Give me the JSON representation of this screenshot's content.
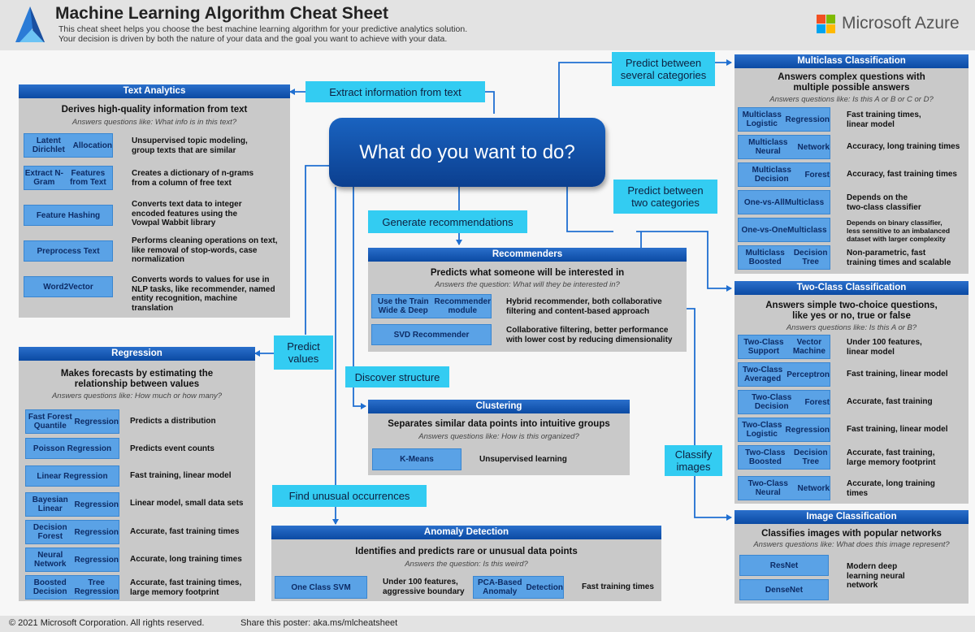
{
  "header": {
    "title": "Machine Learning Algorithm Cheat Sheet",
    "description_line1": "This cheat sheet helps you choose the best machine learning algorithm for your predictive analytics solution.",
    "description_line2": "Your decision is driven by both the nature of your data and the goal you want to achieve with your data.",
    "brand": "Microsoft Azure"
  },
  "center": {
    "question": "What do you want to do?"
  },
  "callouts": {
    "extract": "Extract information from text",
    "predict_several_1": "Predict between",
    "predict_several_2": "several categories",
    "predict_two_1": "Predict between",
    "predict_two_2": "two categories",
    "generate_recs": "Generate recommendations",
    "predict_values_1": "Predict",
    "predict_values_2": "values",
    "discover": "Discover structure",
    "classify_1": "Classify",
    "classify_2": "images",
    "unusual": "Find unusual occurrences"
  },
  "text_analytics": {
    "title": "Text Analytics",
    "heading": "Derives high-quality information from text",
    "sub": "Answers questions like: What info is in this text?",
    "items": [
      {
        "name": [
          "Latent Dirichlet",
          "Allocation"
        ],
        "desc": [
          "Unsupervised topic modeling,",
          "group texts that are similar"
        ]
      },
      {
        "name": [
          "Extract N-Gram",
          "Features from Text"
        ],
        "desc": [
          "Creates a dictionary of n-grams",
          "from a column of free text"
        ]
      },
      {
        "name": [
          "Feature Hashing"
        ],
        "desc": [
          "Converts text data to integer",
          "encoded features using the",
          "Vowpal Wabbit library"
        ]
      },
      {
        "name": [
          "Preprocess Text"
        ],
        "desc": [
          "Performs cleaning operations on text,",
          "like removal of stop-words, case",
          "normalization"
        ]
      },
      {
        "name": [
          "Word2Vector"
        ],
        "desc": [
          "Converts words to values for use in",
          "NLP tasks, like recommender, named",
          "entity recognition, machine",
          "translation"
        ]
      }
    ]
  },
  "regression": {
    "title": "Regression",
    "heading_1": "Makes forecasts by estimating the",
    "heading_2": "relationship between values",
    "sub": "Answers questions like: How much or how many?",
    "items": [
      {
        "name": [
          "Fast Forest Quantile",
          "Regression"
        ],
        "desc": [
          "Predicts a distribution"
        ]
      },
      {
        "name": [
          "Poisson Regression"
        ],
        "desc": [
          "Predicts event counts"
        ]
      },
      {
        "name": [
          "Linear Regression"
        ],
        "desc": [
          "Fast training, linear model"
        ]
      },
      {
        "name": [
          "Bayesian Linear",
          "Regression"
        ],
        "desc": [
          "Linear model, small data sets"
        ]
      },
      {
        "name": [
          "Decision Forest",
          "Regression"
        ],
        "desc": [
          "Accurate, fast training times"
        ]
      },
      {
        "name": [
          "Neural Network",
          "Regression"
        ],
        "desc": [
          "Accurate, long training times"
        ]
      },
      {
        "name": [
          "Boosted Decision",
          "Tree Regression"
        ],
        "desc": [
          "Accurate, fast training times,",
          "large memory footprint"
        ]
      }
    ]
  },
  "recommenders": {
    "title": "Recommenders",
    "heading": "Predicts what someone will be interested in",
    "sub": "Answers the question: What will they be interested in?",
    "items": [
      {
        "name": [
          "Use the Train Wide & Deep",
          "Recommender module"
        ],
        "desc": [
          "Hybrid recommender, both collaborative",
          "filtering and content-based approach"
        ]
      },
      {
        "name": [
          "SVD Recommender"
        ],
        "desc": [
          "Collaborative filtering, better performance",
          "with lower cost by reducing dimensionality"
        ]
      }
    ]
  },
  "clustering": {
    "title": "Clustering",
    "heading": "Separates similar data points into intuitive groups",
    "sub": "Answers questions like: How is this organized?",
    "items": [
      {
        "name": [
          "K-Means"
        ],
        "desc": [
          "Unsupervised learning"
        ]
      }
    ]
  },
  "anomaly": {
    "title": "Anomaly Detection",
    "heading": "Identifies and predicts rare or unusual data points",
    "sub": "Answers the question: Is this weird?",
    "items": [
      {
        "name": [
          "One Class SVM"
        ],
        "desc": [
          "Under 100 features,",
          "aggressive boundary"
        ]
      },
      {
        "name": [
          "PCA-Based Anomaly",
          "Detection"
        ],
        "desc": [
          "Fast training times"
        ]
      }
    ]
  },
  "multiclass": {
    "title": "Multiclass Classification",
    "heading_1": "Answers complex questions with",
    "heading_2": "multiple possible answers",
    "sub": "Answers questions like: Is this A or B or C or D?",
    "items": [
      {
        "name": [
          "Multiclass Logistic",
          "Regression"
        ],
        "desc": [
          "Fast training times,",
          "linear model"
        ]
      },
      {
        "name": [
          "Multiclass Neural",
          "Network"
        ],
        "desc": [
          "Accuracy, long training times"
        ]
      },
      {
        "name": [
          "Multiclass Decision",
          "Forest"
        ],
        "desc": [
          "Accuracy, fast training times"
        ]
      },
      {
        "name": [
          "One-vs-All",
          "Multiclass"
        ],
        "desc": [
          "Depends on the",
          "two-class classifier"
        ]
      },
      {
        "name": [
          "One-vs-One",
          "Multiclass"
        ],
        "desc": [
          "Depends on binary classifier,",
          "less sensitive to an imbalanced",
          "dataset with larger complexity"
        ]
      },
      {
        "name": [
          "Multiclass Boosted",
          "Decision Tree"
        ],
        "desc": [
          "Non-parametric, fast",
          "training times and scalable"
        ]
      }
    ]
  },
  "twoclass": {
    "title": "Two-Class Classification",
    "heading_1": "Answers simple two-choice questions,",
    "heading_2": "like yes or no, true or false",
    "sub": "Answers questions like: Is this A or B?",
    "items": [
      {
        "name": [
          "Two-Class Support",
          "Vector Machine"
        ],
        "desc": [
          "Under 100 features,",
          "linear model"
        ]
      },
      {
        "name": [
          "Two-Class Averaged",
          "Perceptron"
        ],
        "desc": [
          "Fast training, linear model"
        ]
      },
      {
        "name": [
          "Two-Class Decision",
          "Forest"
        ],
        "desc": [
          "Accurate, fast training"
        ]
      },
      {
        "name": [
          "Two-Class Logistic",
          "Regression"
        ],
        "desc": [
          "Fast training, linear model"
        ]
      },
      {
        "name": [
          "Two-Class Boosted",
          "Decision Tree"
        ],
        "desc": [
          "Accurate, fast training,",
          "large memory footprint"
        ]
      },
      {
        "name": [
          "Two-Class Neural",
          "Network"
        ],
        "desc": [
          "Accurate, long training",
          "times"
        ]
      }
    ]
  },
  "image_class": {
    "title": "Image Classification",
    "heading": "Classifies images with popular networks",
    "sub": "Answers questions like: What does this image represent?",
    "items": [
      {
        "name": [
          "ResNet"
        ]
      },
      {
        "name": [
          "DenseNet"
        ]
      }
    ],
    "desc": [
      "Modern deep",
      "learning neural",
      "network"
    ]
  },
  "footer": {
    "copyright": "© 2021 Microsoft Corporation. All rights reserved.",
    "share": "Share this poster: aka.ms/mlcheatsheet"
  },
  "colors": {
    "accent": "#33ccf2",
    "title_blue": "#0b4aa3",
    "algo_blue": "#5aa2e6",
    "arrow": "#1f6fd1",
    "panel": "#c9c9c9"
  }
}
